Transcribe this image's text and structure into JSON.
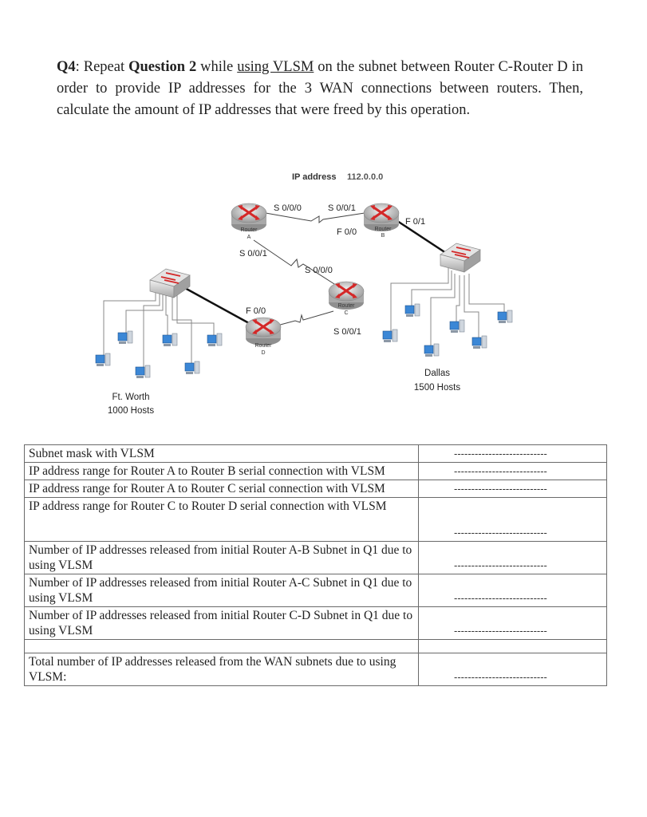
{
  "question": {
    "number": "Q4",
    "lead": ": Repeat ",
    "ref": "Question 2",
    "mid1": " while ",
    "underlined": "using VLSM",
    "rest": " on the subnet between Router C-Router D in order to provide IP addresses for the 3 WAN connections between routers. Then, calculate the amount of IP addresses that were freed by this operation."
  },
  "diagram": {
    "ip_label": "IP address",
    "ip_value": "112.0.0.0",
    "router_word": "Router",
    "routers": [
      "A",
      "B",
      "C",
      "D"
    ],
    "ports": {
      "a_s000": "S 0/0/0",
      "b_s001": "S 0/0/1",
      "b_f00": "F 0/0",
      "b_f01": "F 0/1",
      "a_s001": "S 0/0/1",
      "c_s000": "S 0/0/0",
      "c_s001": "S 0/0/1",
      "d_f00": "F 0/0"
    },
    "left_site": {
      "name": "Ft. Worth",
      "hosts": "1000 Hosts"
    },
    "right_site": {
      "name": "Dallas",
      "hosts": "1500 Hosts"
    }
  },
  "table": {
    "dashes": "---------------------------",
    "rows": [
      {
        "label": "Subnet mask with VLSM"
      },
      {
        "label": "IP address range for Router A to Router B serial connection with VLSM"
      },
      {
        "label": "IP address range for Router A to Router C serial connection with VLSM"
      },
      {
        "label": "IP address range for Router C to Router D serial connection with VLSM"
      },
      {
        "label": "Number of IP addresses released from initial Router A-B Subnet in Q1 due to using VLSM"
      },
      {
        "label": "Number of IP addresses released from initial Router A-C Subnet in Q1 due to using VLSM"
      },
      {
        "label": "Number of IP addresses released from initial Router C-D Subnet in Q1 due to using VLSM"
      },
      {
        "label": ""
      },
      {
        "label": "Total number of IP addresses released from the WAN subnets due to using VLSM:"
      }
    ]
  }
}
